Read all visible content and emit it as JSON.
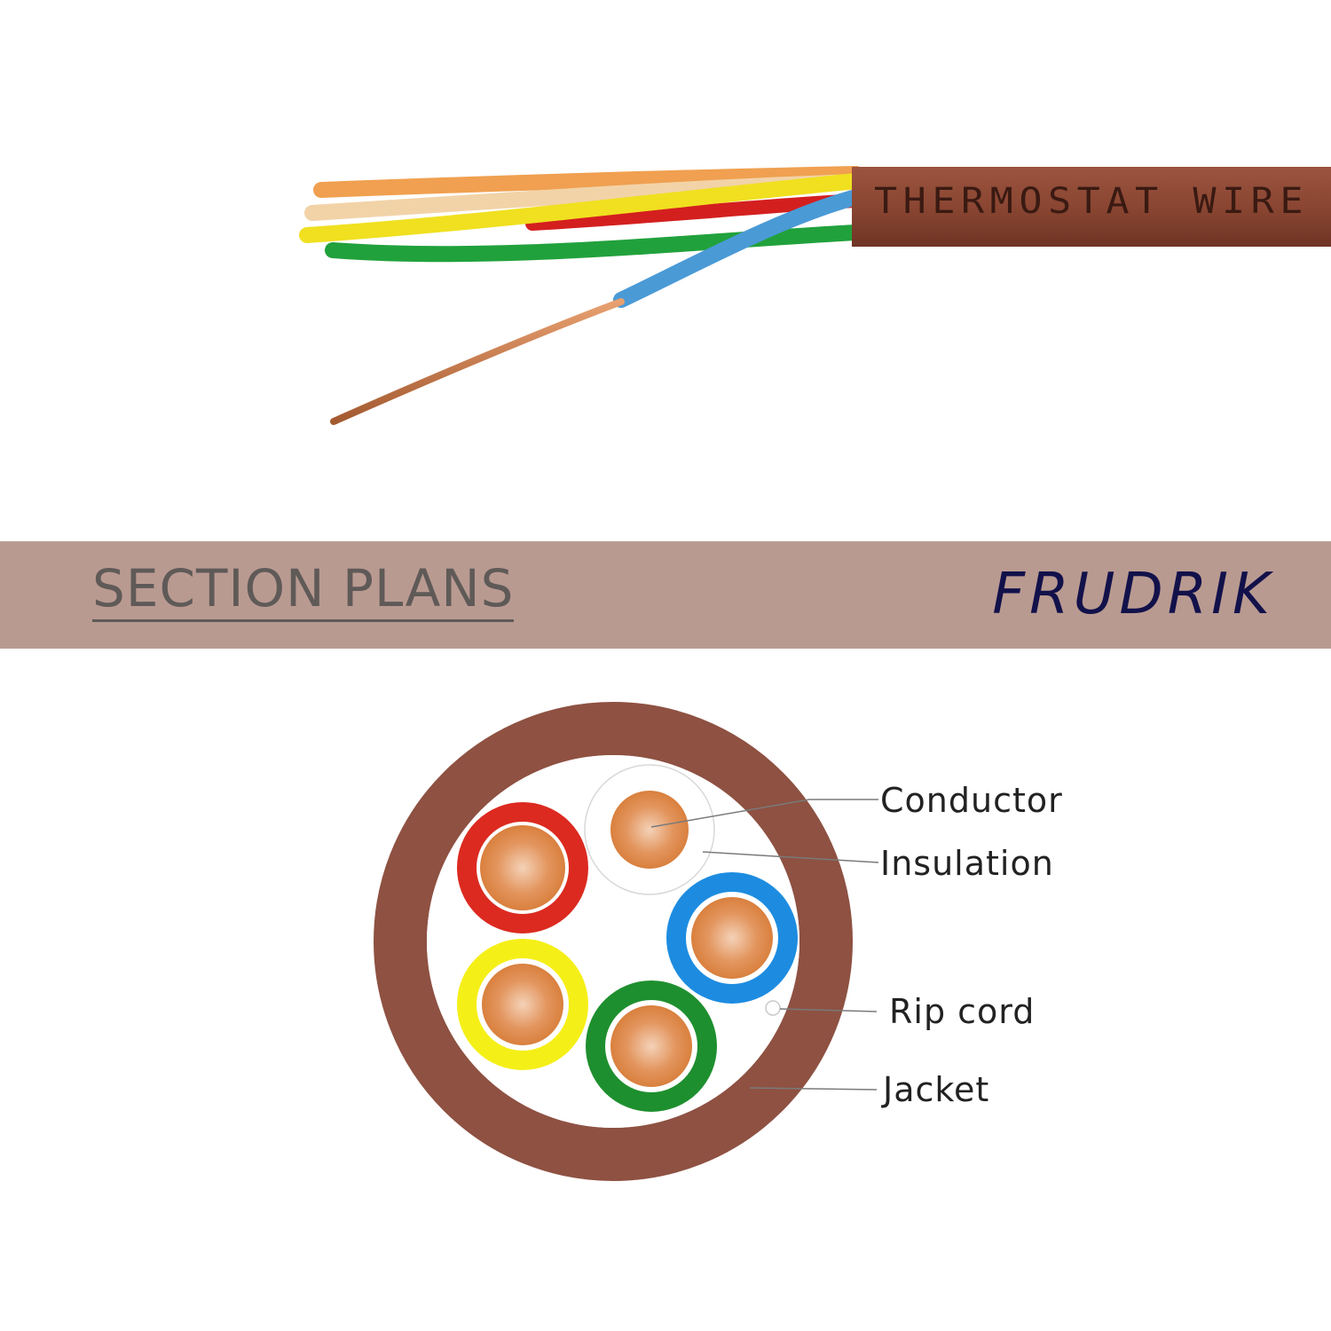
{
  "photo": {
    "jacket_print": "THERMOSTAT WIRE",
    "jacket_color": "#8a4632",
    "conductor_colors": [
      "#f0a050",
      "#f2d3a8",
      "#d41f1f",
      "#f0e020",
      "#21a13c",
      "#4a9ad6"
    ],
    "copper_color": "#c87a48"
  },
  "band": {
    "title": "SECTION PLANS",
    "brand": "FRUDRIK",
    "color": "#b99a91"
  },
  "section": {
    "jacket_color": "#8e5142",
    "insulation_colors": [
      "#dc2a20",
      "#f5ef18",
      "#1e8f2e",
      "#1d8ce0",
      "#ffffff"
    ],
    "callouts": {
      "conductor": "Conductor",
      "insulation": "Insulation",
      "rip_cord": "Rip cord",
      "jacket": "Jacket"
    }
  }
}
